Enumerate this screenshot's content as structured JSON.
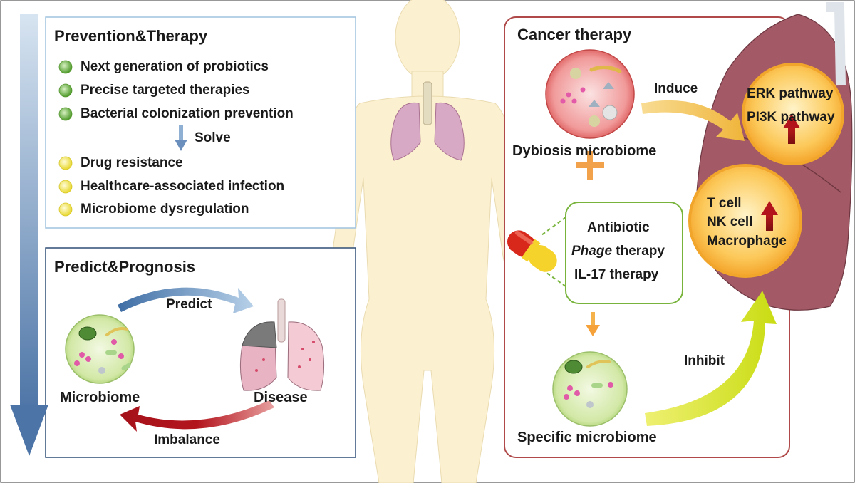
{
  "prevention": {
    "title": "Prevention&Therapy",
    "items": [
      "Next generation of probiotics",
      "Precise targeted therapies",
      "Bacterial colonization prevention"
    ],
    "solve": "Solve",
    "problems": [
      "Drug resistance",
      "Healthcare-associated infection",
      "Microbiome dysregulation"
    ]
  },
  "predict": {
    "title": "Predict&Prognosis",
    "predict_arrow": "Predict",
    "imbalance_arrow": "Imbalance",
    "microbiome": "Microbiome",
    "disease": "Disease"
  },
  "cancer": {
    "title": "Cancer therapy",
    "dysbiosis": "Dybiosis microbiome",
    "induce": "Induce",
    "inhibit": "Inhibit",
    "specific": "Specific microbiome",
    "therapies": {
      "antibiotic": "Antibiotic",
      "phage_italic": "Phage",
      "phage_rest": " therapy",
      "il17": "IL-17 therapy"
    },
    "pathways": [
      "ERK pathway",
      "PI3K pathway"
    ],
    "cells": [
      "T cell",
      "NK cell",
      "Macrophage"
    ]
  },
  "colors": {
    "green_dot": "#6dbb3c",
    "yellow_dot": "#f2e64a",
    "cancer_border": "#b04a4a",
    "therapy_border": "#78b43c",
    "down_arrow": "#5f86b3",
    "imbalance_arrow": "#b3141c",
    "induce_arrow": "#f3c24b",
    "inhibit_arrow": "#d6e21a"
  }
}
